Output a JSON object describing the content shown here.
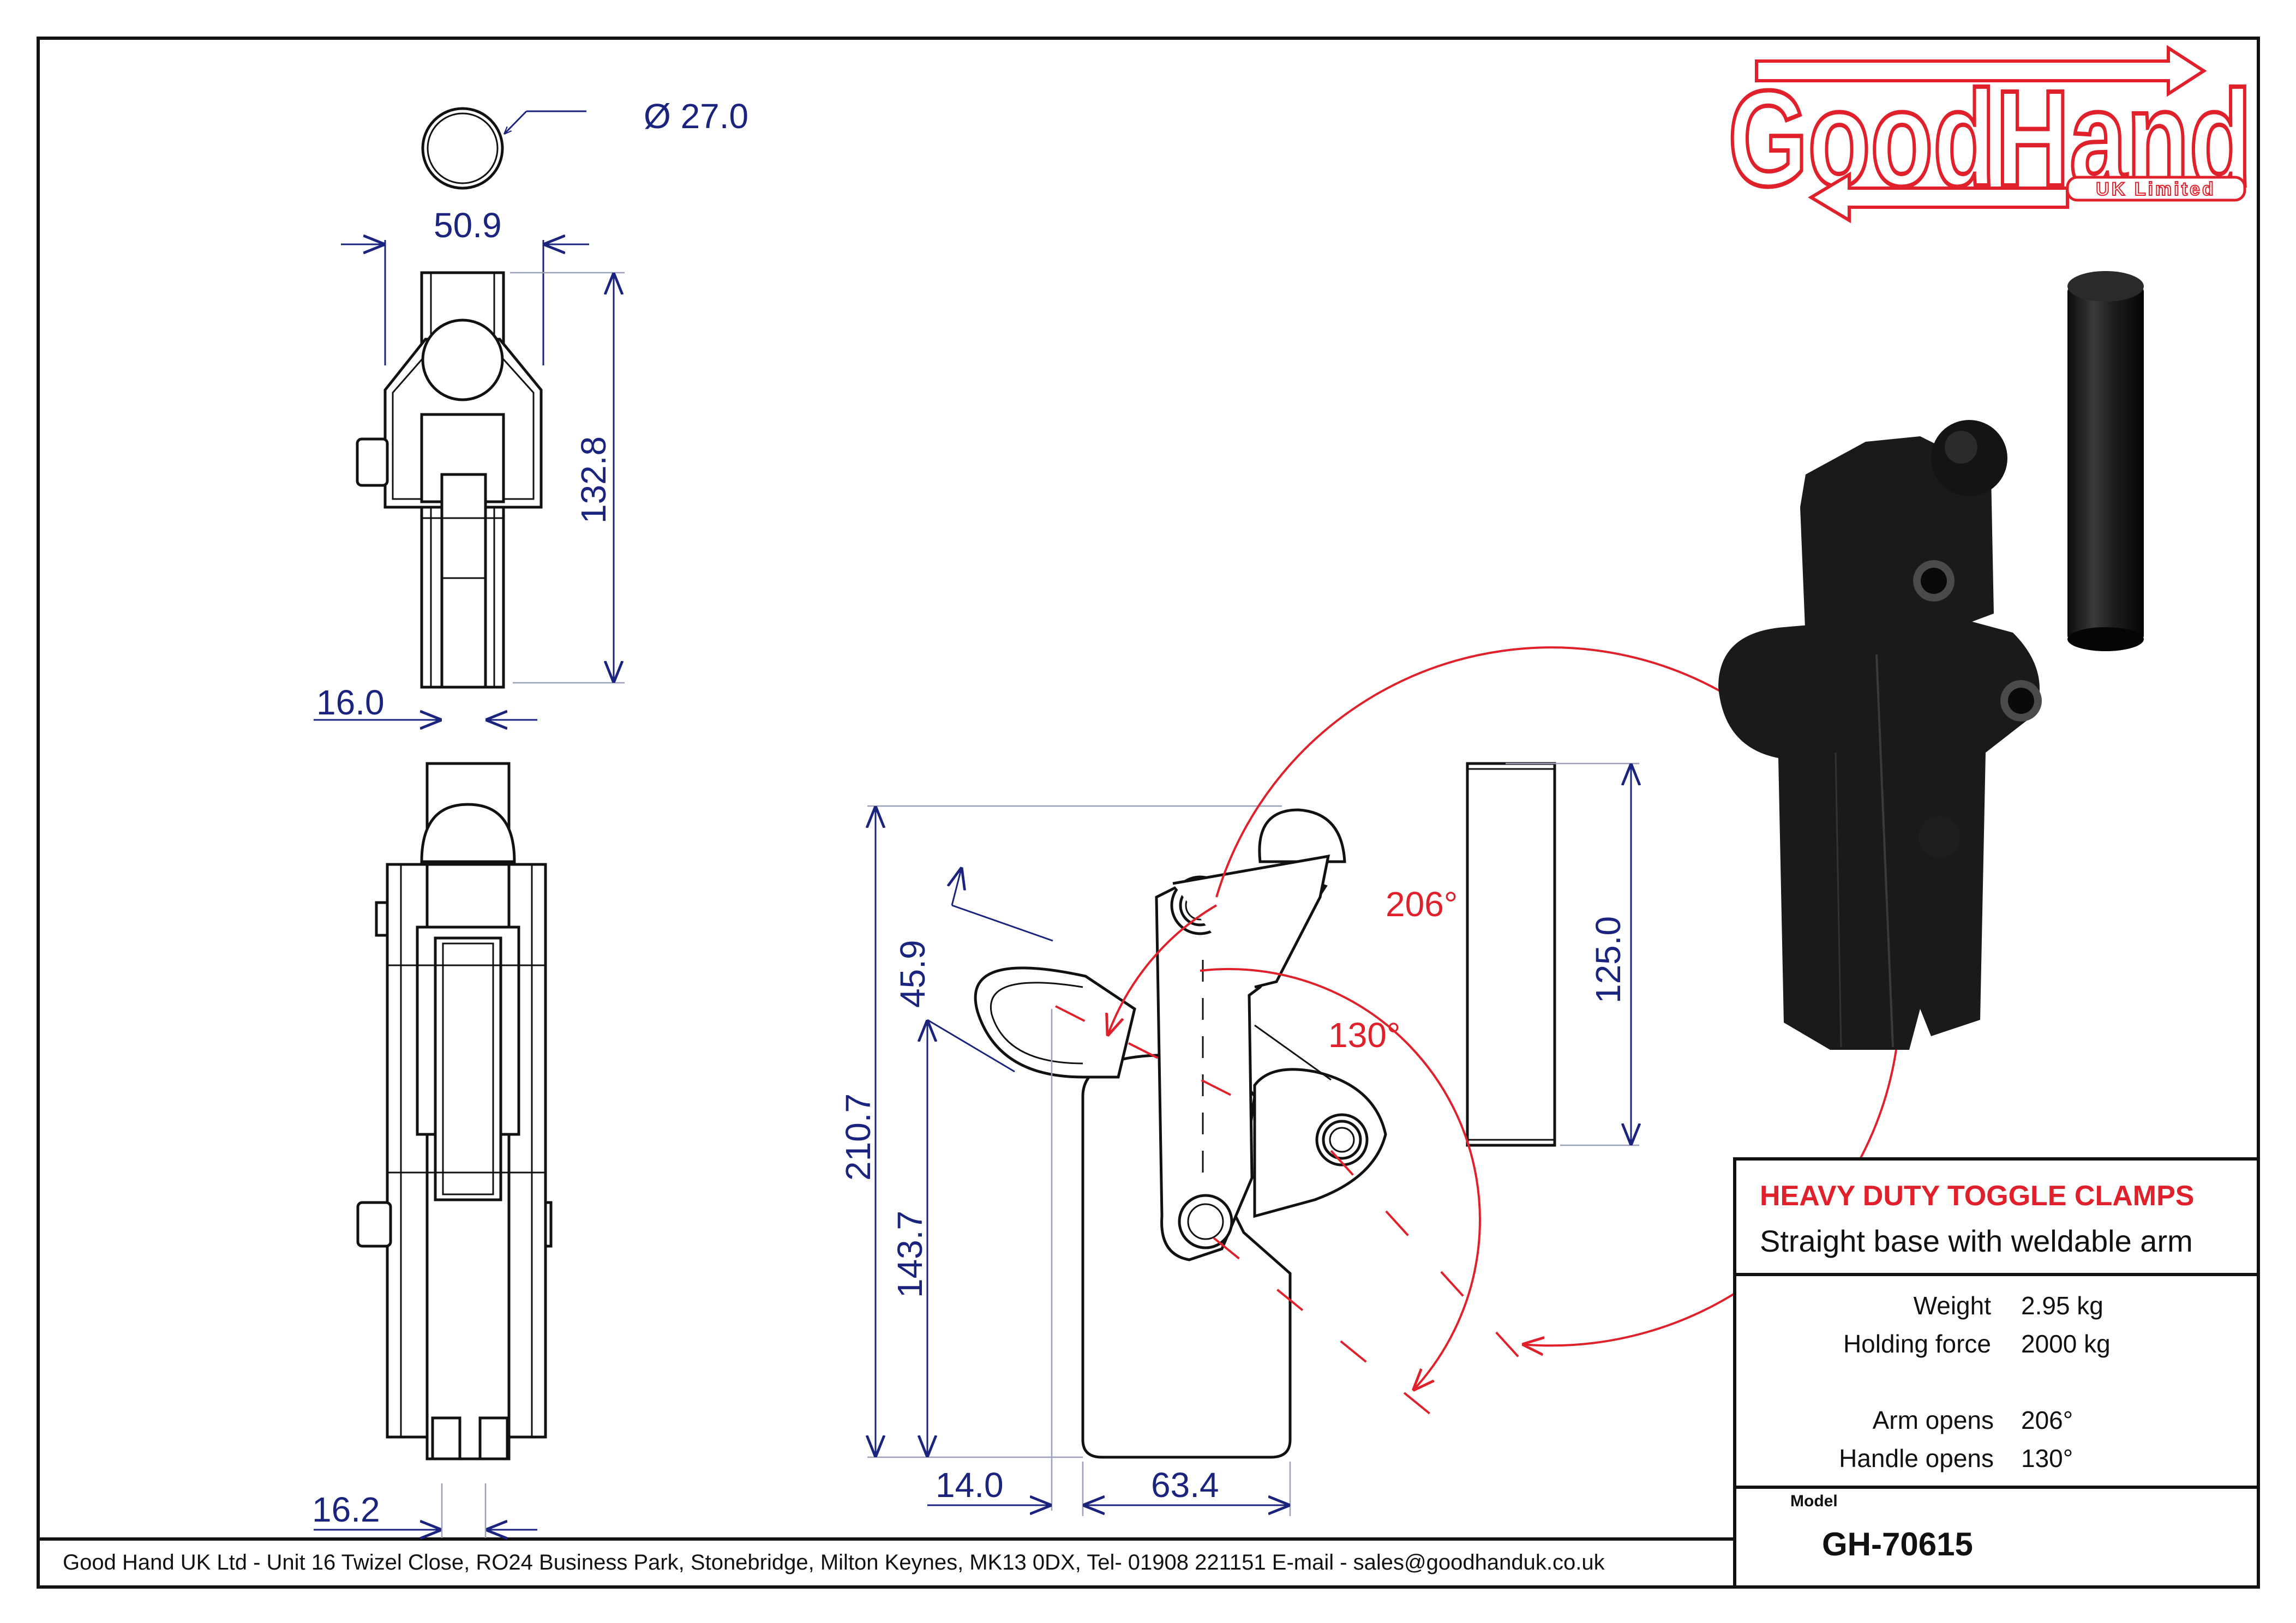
{
  "brand": {
    "logo_text": "GoodHand",
    "logo_sub": "UK Limited",
    "color": "#e0202a"
  },
  "title_block": {
    "title": "HEAVY DUTY TOGGLE CLAMPS",
    "subtitle": "Straight base with weldable arm",
    "specs": [
      {
        "label": "Weight",
        "value": "2.95 kg"
      },
      {
        "label": "Holding force",
        "value": "2000 kg"
      },
      {
        "label": "Arm opens",
        "value": "206°"
      },
      {
        "label": "Handle opens",
        "value": "130°"
      }
    ],
    "model_label": "Model",
    "model": "GH-70615"
  },
  "dimensions": {
    "diameter": "Ø 27.0",
    "width_top": "50.9",
    "height_top": "132.8",
    "slot_top": "16.0",
    "slot_bottom": "16.2",
    "arm_offset": "45.9",
    "total_height": "210.7",
    "pivot_height": "143.7",
    "base_offset": "14.0",
    "base_width": "63.4",
    "spindle_height": "125.0"
  },
  "angles": {
    "arm": "206°",
    "handle": "130°"
  },
  "footer": "Good Hand UK Ltd  - Unit 16 Twizel Close, RO24 Business Park, Stonebridge, Milton Keynes, MK13 0DX,  Tel- 01908 221151  E-mail - sales@goodhanduk.co.uk"
}
